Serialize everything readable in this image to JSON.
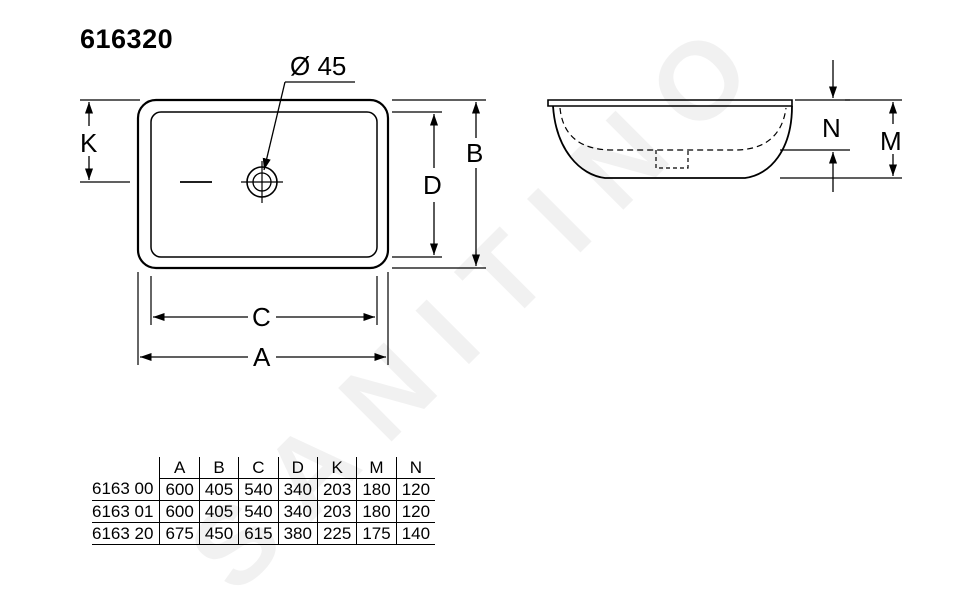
{
  "title": "616320",
  "watermark": "SANITINO",
  "labels": {
    "hole": "Ø 45",
    "A": "A",
    "B": "B",
    "C": "C",
    "D": "D",
    "K": "K",
    "M": "M",
    "N": "N"
  },
  "table": {
    "headers": [
      "",
      "A",
      "B",
      "C",
      "D",
      "K",
      "M",
      "N"
    ],
    "rows": [
      [
        "6163 00",
        "600",
        "405",
        "540",
        "340",
        "203",
        "180",
        "120"
      ],
      [
        "6163 01",
        "600",
        "405",
        "540",
        "340",
        "203",
        "180",
        "120"
      ],
      [
        "6163 20",
        "675",
        "450",
        "615",
        "380",
        "225",
        "175",
        "140"
      ]
    ]
  }
}
